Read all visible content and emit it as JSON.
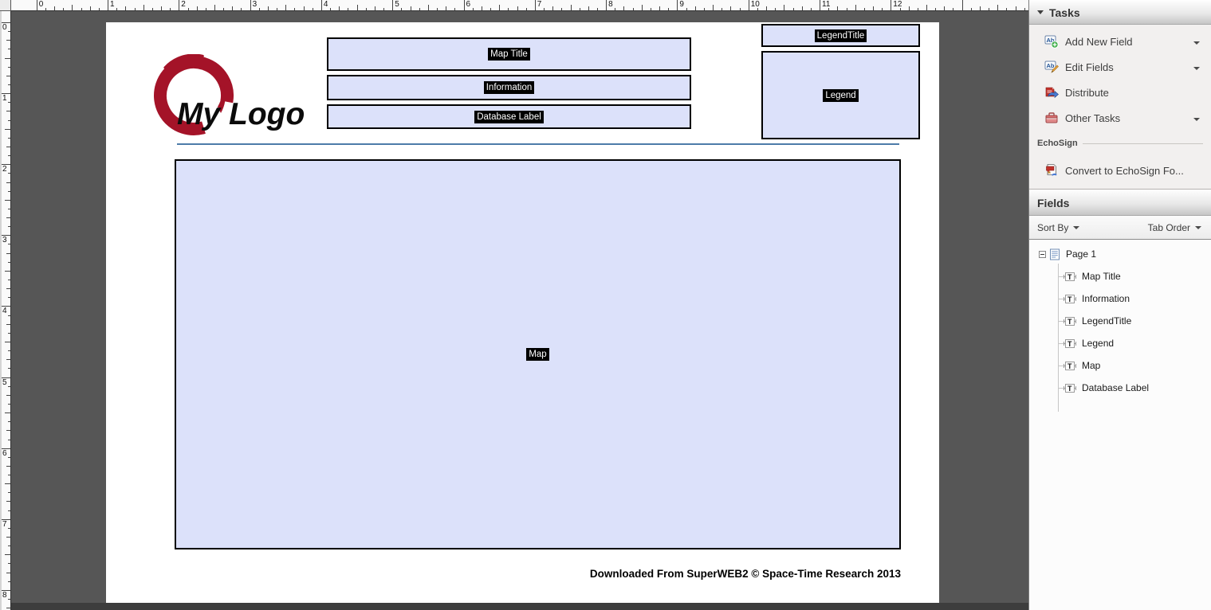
{
  "rulers": {
    "top_labels": [
      "1",
      "0",
      "1",
      "2",
      "3",
      "4",
      "5",
      "6",
      "7",
      "8",
      "9",
      "10",
      "11",
      "12"
    ],
    "left_labels": [
      "0",
      "1",
      "2",
      "3",
      "4",
      "5",
      "6",
      "7",
      "8"
    ]
  },
  "page": {
    "logo_text": "My Logo",
    "logo_color": "#a41328",
    "footer_text": "Downloaded From SuperWEB2 © Space-Time Research 2013",
    "field_fill_color": "#dce1fa",
    "header_rule_color": "#4d7ba9",
    "fields": {
      "map_title": "Map Title",
      "information": "Information",
      "database_label": "Database Label",
      "legend_title": "LegendTitle",
      "legend": "Legend",
      "map": "Map"
    }
  },
  "sidebar": {
    "tasks": {
      "title": "Tasks",
      "items": [
        {
          "label": "Add New Field",
          "icon": "add-new-field-icon",
          "has_dropdown": true
        },
        {
          "label": "Edit Fields",
          "icon": "edit-fields-icon",
          "has_dropdown": true
        },
        {
          "label": "Distribute",
          "icon": "distribute-icon",
          "has_dropdown": false
        },
        {
          "label": "Other Tasks",
          "icon": "other-tasks-icon",
          "has_dropdown": true
        }
      ],
      "echosign_label": "EchoSign",
      "echosign_item_label": "Convert to EchoSign Fo..."
    },
    "fields_panel": {
      "title": "Fields",
      "sort_by_label": "Sort By",
      "tab_order_label": "Tab Order",
      "tree_root_label": "Page 1",
      "tree_items": [
        "Map Title",
        "Information",
        "LegendTitle",
        "Legend",
        "Map",
        "Database Label"
      ]
    }
  }
}
